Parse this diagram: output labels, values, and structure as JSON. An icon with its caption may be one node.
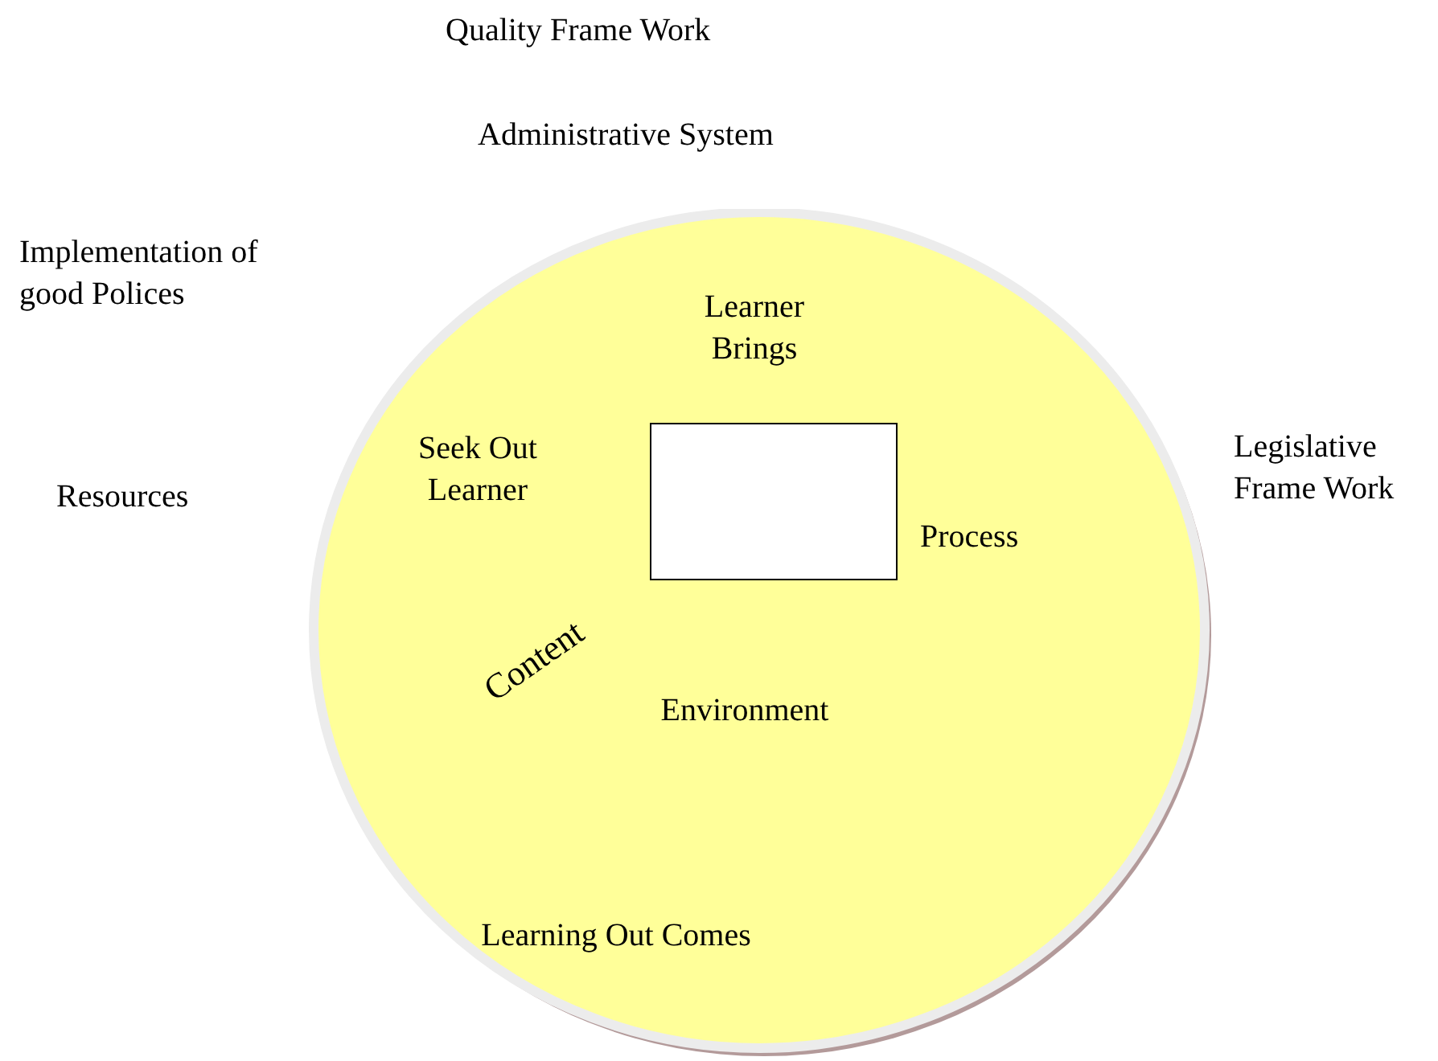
{
  "diagram": {
    "nodes": [
      {
        "text": [
          "Learner Brings",
          "Seek Out Learner",
          "Process",
          "Content",
          "Environment",
          "Learning Out Comes"
        ]
      },
      {
        "text": [],
        "shape": "box",
        "in": 0
      }
    ],
    "labels": [
      "Quality Frame Work",
      "Administrative System",
      "Implementation of good Polices",
      "Resources",
      "Legislative Frame Work"
    ]
  }
}
